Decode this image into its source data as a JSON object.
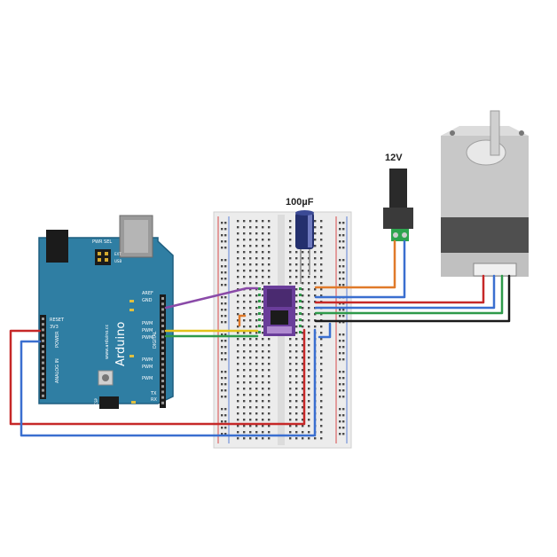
{
  "labels": {
    "capacitor": "100µF",
    "power": "12V",
    "board_name": "Arduino",
    "board_url": "www.arduino.cc",
    "pwr_sel": "PWR SEL",
    "ext": "EXT",
    "usb": "USB",
    "aref": "AREF",
    "gnd": "GND",
    "pwm": "PWM",
    "digital": "DIGITAL",
    "reset": "RESET",
    "v33": "3V3",
    "power_hdr": "POWER",
    "analog_in": "ANALOG IN",
    "tx": "TX",
    "rx": "RX",
    "icsp": "ICSP"
  },
  "colors": {
    "arduino": "#2f7ea3",
    "arduino_dark": "#1f5f80",
    "breadboard": "#ececec",
    "rail_red": "#d84a4a",
    "rail_blue": "#5b7fd6",
    "driver_board": "#6a3d9a",
    "motor_body": "#c8c8c8",
    "motor_dark": "#555555",
    "wire_red": "#c62828",
    "wire_blue": "#3a6fd0",
    "wire_green": "#2e9a4a",
    "wire_black": "#1a1a1a",
    "wire_orange": "#e07a2a",
    "wire_purple": "#8a4aa8",
    "wire_yellow": "#e3c21a",
    "jack_green": "#2ea44f"
  }
}
